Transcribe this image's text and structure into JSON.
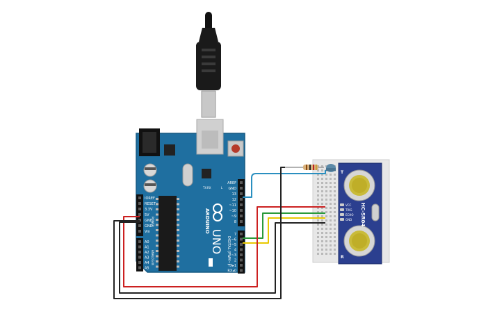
{
  "arduino": {
    "brand": "ARDUINO",
    "model": "UNO",
    "digital_header_label": "DIGITAL (PWM~)",
    "power_header_label": "POWER",
    "analog_header_label": "ANALOG IN",
    "top_pins": [
      "AREF",
      "GND",
      "13",
      "12",
      "~11",
      "~10",
      "~9",
      "8"
    ],
    "bottom_pins": [
      "7",
      "~6",
      "~5",
      "4",
      "~3",
      "2",
      "TX▸1",
      "RX◂0"
    ],
    "power_pins": [
      "IOREF",
      "RESET",
      "3.3V",
      "5V",
      "GND",
      "GND",
      "Vin"
    ],
    "analog_pins": [
      "A0",
      "A1",
      "A2",
      "A3",
      "A4",
      "A5"
    ],
    "led_labels": [
      "TX",
      "RX",
      "L"
    ]
  },
  "sensor": {
    "model": "HC-SR04",
    "pins": [
      "VCC",
      "TRIG",
      "ECHO",
      "GND"
    ],
    "side_marks": [
      "T",
      "R"
    ]
  },
  "wire_colors": {
    "red": "#cc2020",
    "green": "#2a9a3a",
    "yellow": "#e8c800",
    "blue": "#2a8fc0",
    "black": "#222222"
  }
}
